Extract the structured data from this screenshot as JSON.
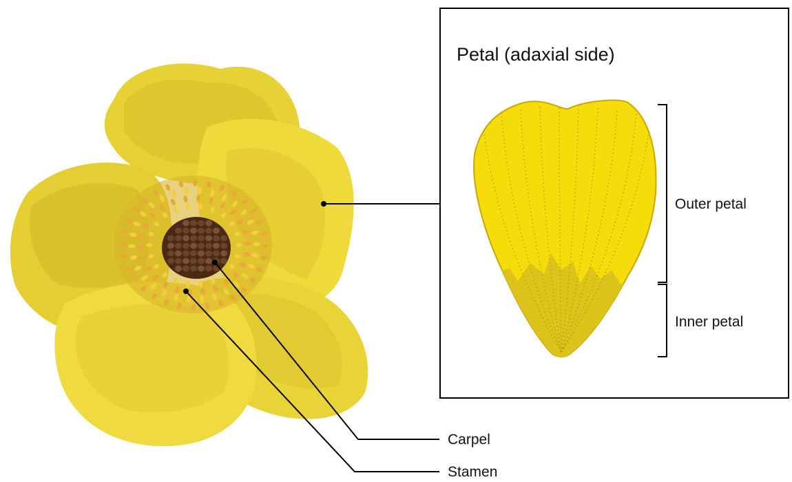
{
  "inset": {
    "title": "Petal (adaxial side)"
  },
  "regions": {
    "outer_label": "Outer petal",
    "inner_label": "Inner petal"
  },
  "callouts": {
    "carpel": "Carpel",
    "stamen": "Stamen"
  },
  "colors": {
    "petal_light": "#EEDC3A",
    "petal_mid": "#E3CB2C",
    "petal_dark": "#CDB52A",
    "petal_shadow": "#D9B827",
    "stamen_orange": "#E8A93A",
    "stamen_yellow": "#F3CF3F",
    "carpel_brown": "#4A2A14",
    "carpel_seed": "#6B4327",
    "inset_petal_outer": "#F5DC0A",
    "inset_petal_inner": "#DDC41A",
    "line": "#000000"
  }
}
